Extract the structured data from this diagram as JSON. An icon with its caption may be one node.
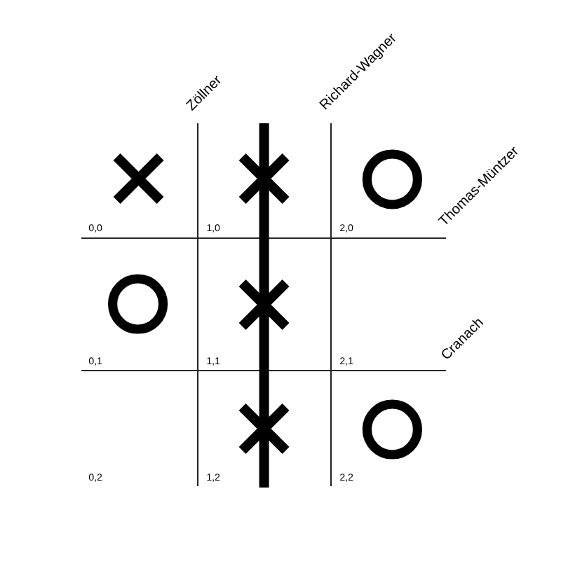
{
  "diagram": {
    "labels": [
      "Zöllner",
      "Richard-Wagner",
      "Thomas-Müntzer",
      "0,0",
      "1,0",
      "2,0",
      "Cranach",
      "0,1",
      "1,1",
      "2,1",
      "0,2",
      "1,2",
      "2,2"
    ]
  }
}
